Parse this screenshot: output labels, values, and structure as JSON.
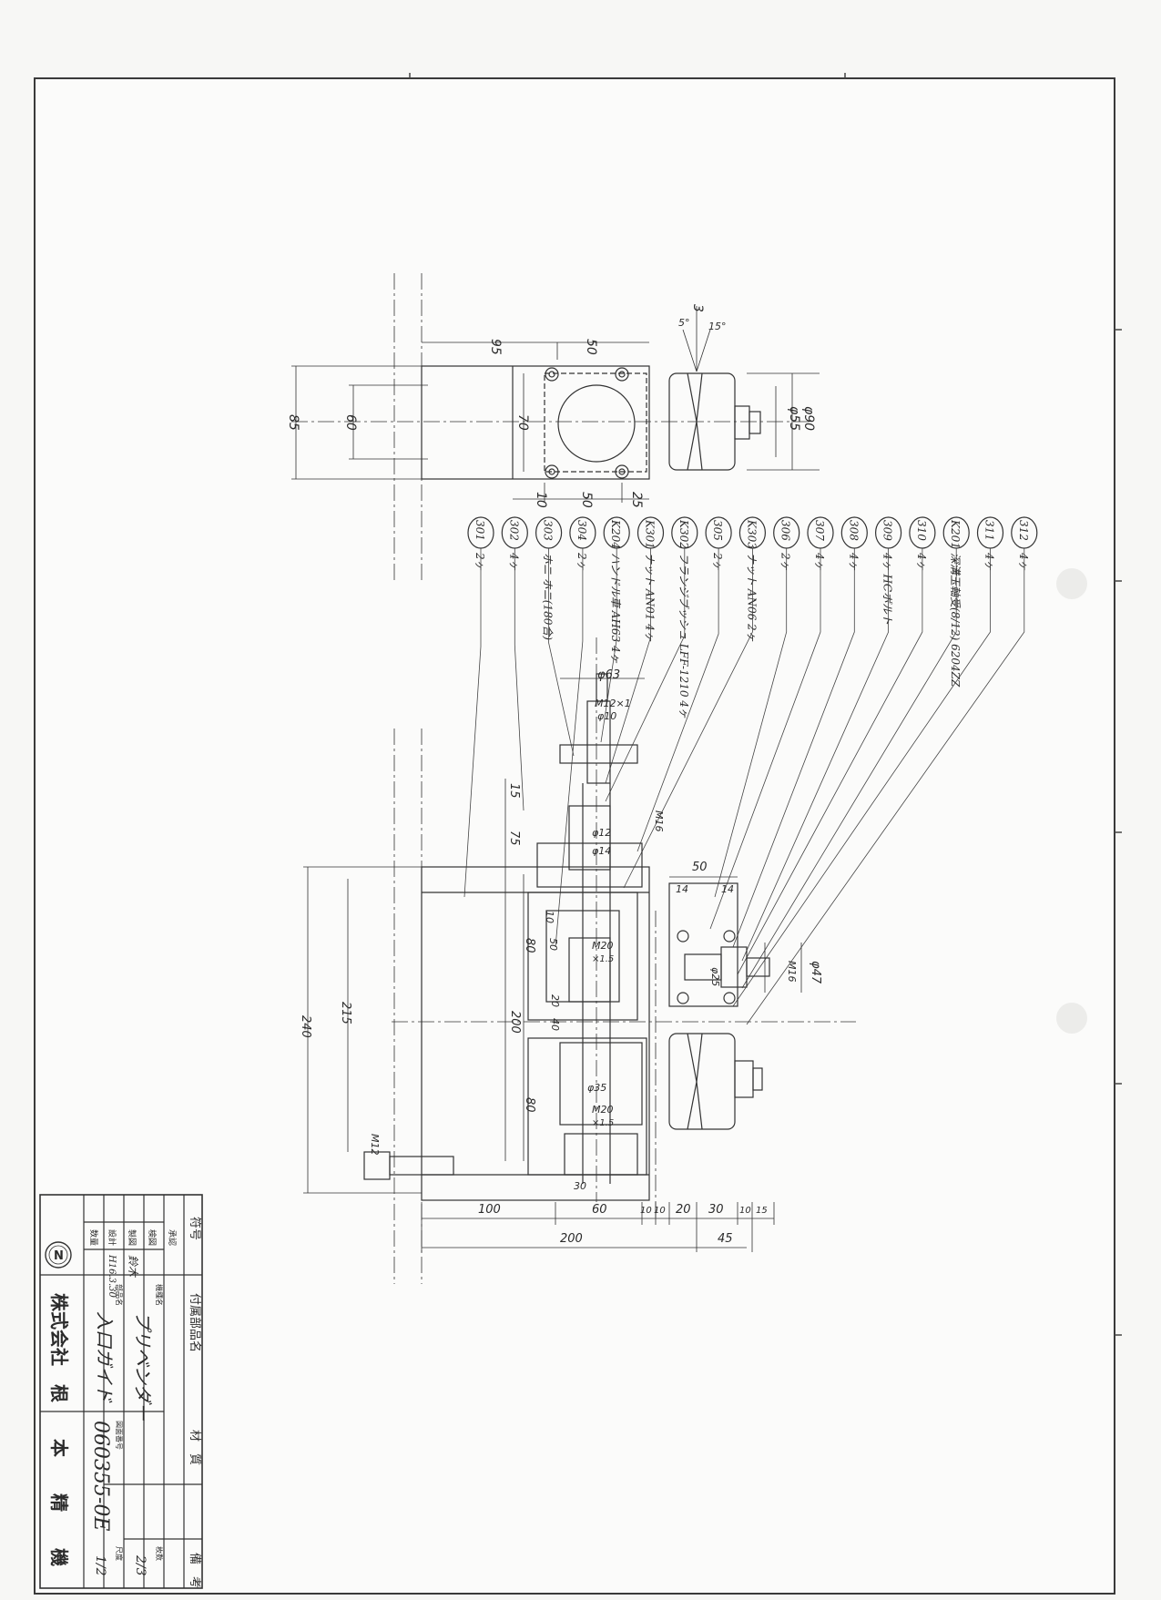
{
  "title_block": {
    "company": "株式会社　根　本　精　機",
    "company_chars": [
      "株式会社",
      "根",
      "本",
      "精",
      "機"
    ],
    "logo_letter": "N",
    "label_part_name_appendix": "付属部品名",
    "label_material": "材　質",
    "label_remarks": "備　考",
    "label_symbol": "符号",
    "label_approved": "承認",
    "label_checked": "検図",
    "label_drawn": "製図",
    "label_designed": "設計",
    "label_quantity": "数量",
    "label_drawing_no": "図面番号",
    "label_scale": "尺度",
    "label_sheet": "枚数",
    "machine_name_label": "機種名",
    "machine_name": "プリベンダー",
    "part_name_label": "部品名",
    "part_name": "入口ガイド",
    "designer": "鈴木",
    "date": "H16.3.30",
    "drawing_number": "060355-0E",
    "scale": "1/2",
    "sheet": "2/3"
  },
  "callouts": [
    {
      "no": "301",
      "qty": "2ヶ"
    },
    {
      "no": "302",
      "qty": "4ヶ"
    },
    {
      "no": "303",
      "qty": "ホニ ホニ(180合)"
    },
    {
      "no": "304",
      "qty": "2ヶ"
    },
    {
      "no": "K204",
      "qty": "ハンドル車 AH63 4ヶ"
    },
    {
      "no": "K301",
      "qty": "ナット AN01 4ヶ"
    },
    {
      "no": "K302",
      "qty": "フランジブッシュ LFF-1210 4ヶ"
    },
    {
      "no": "305",
      "qty": "2ヶ"
    },
    {
      "no": "K303",
      "qty": "ナット AN06 2ヶ"
    },
    {
      "no": "306",
      "qty": "2ヶ"
    },
    {
      "no": "307",
      "qty": "4ヶ"
    },
    {
      "no": "308",
      "qty": "4ヶ"
    },
    {
      "no": "309",
      "qty": "4ヶ HCボルト"
    },
    {
      "no": "310",
      "qty": "4ヶ"
    },
    {
      "no": "K201",
      "qty": "深溝玉軸受(8/12) 6204ZZ"
    },
    {
      "no": "311",
      "qty": "4ヶ"
    },
    {
      "no": "312",
      "qty": "4ヶ"
    }
  ],
  "dims_top_view": {
    "d95": "95",
    "d50a": "50",
    "d3": "3",
    "a5": "5°",
    "a15": "15°",
    "d85": "85",
    "d60": "60",
    "d70": "70",
    "d55": "φ55",
    "d90": "φ90",
    "d10": "10",
    "d50b": "50",
    "d25": "25"
  },
  "dims_main_view": {
    "d63": "φ63",
    "m12": "M12×1",
    "d10": "φ10",
    "d15": "15",
    "d75": "75",
    "m16": "M16",
    "d12": "φ12",
    "d14a": "φ14",
    "d50": "50",
    "d14b": "14",
    "d14c": "14",
    "d10b": "10",
    "d80a": "80",
    "d50c": "50",
    "m20a": "M20",
    "m20x15": "×1.5",
    "d20": "20",
    "d200": "200",
    "d40": "40",
    "d25": "φ25",
    "m16b": "M16",
    "d47": "φ47",
    "d240": "240",
    "d215": "215",
    "d80b": "80",
    "d35": "φ35",
    "m20b": "M20",
    "m20x15b": "×1.5",
    "m12b": "M12",
    "d30": "30",
    "b100": "100",
    "b60": "60",
    "b10a": "10",
    "b10b": "10",
    "b20": "20",
    "b30": "30",
    "b10c": "10",
    "b15": "15",
    "b200": "200",
    "b45": "45"
  }
}
